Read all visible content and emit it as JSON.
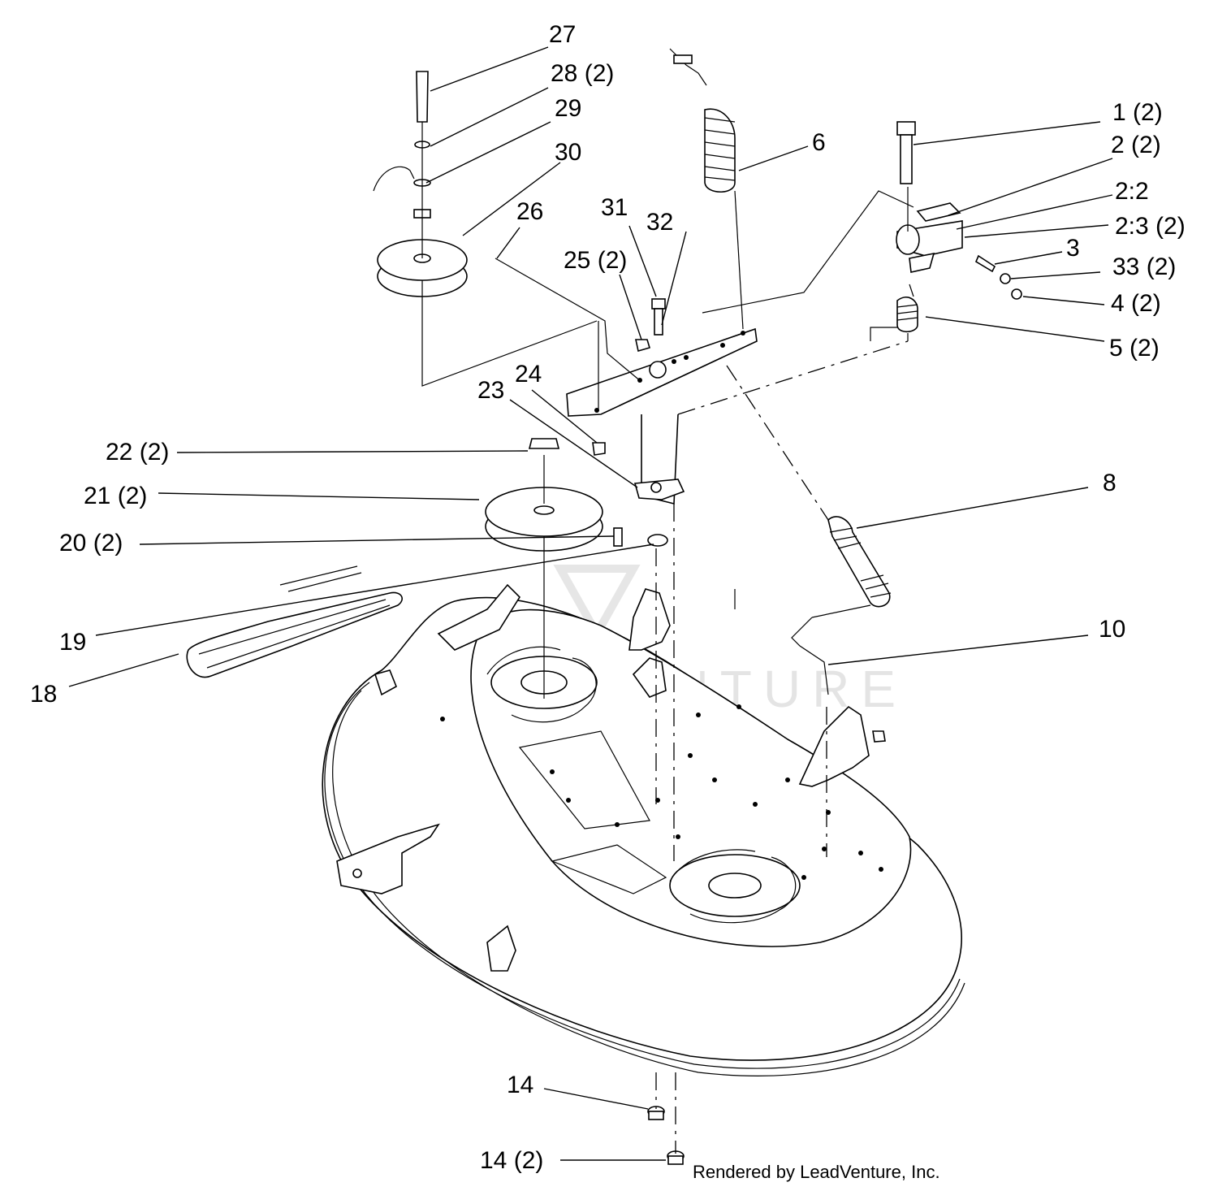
{
  "callouts": [
    "27",
    "28 (2)",
    "29",
    "30",
    "26",
    "31",
    "32",
    "25 (2)",
    "6",
    "1 (2)",
    "2 (2)",
    "2:2",
    "2:3 (2)",
    "3",
    "33 (2)",
    "4 (2)",
    "5 (2)",
    "24",
    "23",
    "22 (2)",
    "21 (2)",
    "20 (2)",
    "8",
    "19",
    "18",
    "10",
    "14",
    "14 (2)"
  ],
  "watermark": "LEADVENTURE",
  "credit": "Rendered by LeadVenture, Inc."
}
